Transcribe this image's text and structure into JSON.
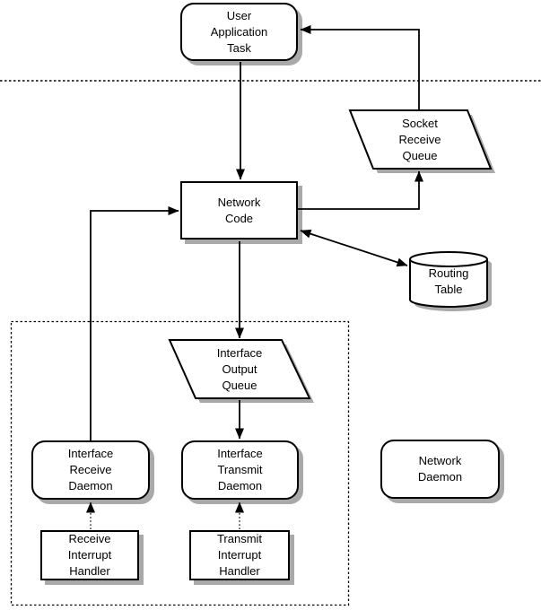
{
  "diagram": {
    "colors": {
      "line": "#000000",
      "fill": "#ffffff",
      "shadow": "#a9a9a9",
      "background": "#ffffff"
    },
    "nodes": {
      "user_application_task": {
        "label": "User\nApplication\nTask",
        "shape": "rounded-rectangle"
      },
      "socket_receive_queue": {
        "label": "Socket\nReceive\nQueue",
        "shape": "parallelogram"
      },
      "network_code": {
        "label": "Network\nCode",
        "shape": "rectangle"
      },
      "routing_table": {
        "label": "Routing\nTable",
        "shape": "cylinder"
      },
      "interface_output_queue": {
        "label": "Interface\nOutput\nQueue",
        "shape": "parallelogram"
      },
      "interface_receive_daemon": {
        "label": "Interface\nReceive\nDaemon",
        "shape": "rounded-rectangle"
      },
      "interface_transmit_daemon": {
        "label": "Interface\nTransmit\nDaemon",
        "shape": "rounded-rectangle"
      },
      "network_daemon": {
        "label": "Network\nDaemon",
        "shape": "rounded-rectangle"
      },
      "receive_interrupt_handler": {
        "label": "Receive\nInterrupt\nHandler",
        "shape": "rectangle"
      },
      "transmit_interrupt_handler": {
        "label": "Transmit\nInterrupt\nHandler",
        "shape": "rectangle"
      }
    },
    "edges": [
      {
        "from": "user_application_task",
        "to": "network_code",
        "style": "solid",
        "bidirectional": false
      },
      {
        "from": "socket_receive_queue",
        "to": "user_application_task",
        "style": "solid",
        "bidirectional": false
      },
      {
        "from": "network_code",
        "to": "socket_receive_queue",
        "style": "solid",
        "bidirectional": false
      },
      {
        "from": "network_code",
        "to": "routing_table",
        "style": "solid",
        "bidirectional": true
      },
      {
        "from": "network_code",
        "to": "interface_output_queue",
        "style": "solid",
        "bidirectional": false
      },
      {
        "from": "interface_output_queue",
        "to": "interface_transmit_daemon",
        "style": "solid",
        "bidirectional": false
      },
      {
        "from": "interface_receive_daemon",
        "to": "network_code",
        "style": "solid",
        "bidirectional": false
      },
      {
        "from": "receive_interrupt_handler",
        "to": "interface_receive_daemon",
        "style": "dotted",
        "bidirectional": false
      },
      {
        "from": "transmit_interrupt_handler",
        "to": "interface_transmit_daemon",
        "style": "dotted",
        "bidirectional": false
      }
    ],
    "separators": [
      {
        "name": "user-kernel-boundary",
        "style": "dotted-horizontal-line"
      },
      {
        "name": "interface-layer-group",
        "style": "dotted-rectangle"
      }
    ]
  }
}
